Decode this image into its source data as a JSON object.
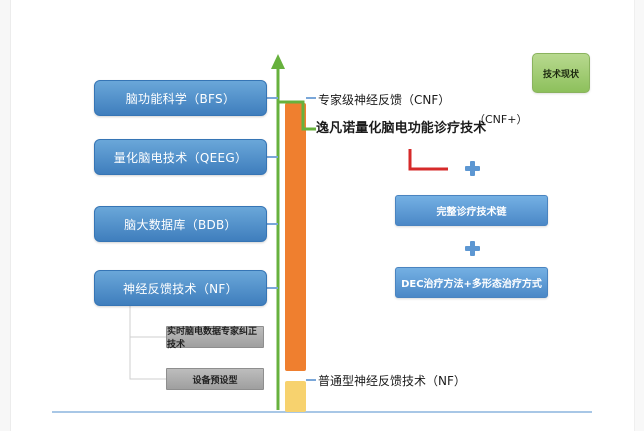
{
  "left_nodes": {
    "bfs": "脑功能科学（BFS）",
    "qeeg": "量化脑电技术（QEEG）",
    "bdb": "脑大数据库（BDB）",
    "nf": "神经反馈技术（NF）"
  },
  "sub_nodes": {
    "realtime": "实时脑电数据专家纠正技术",
    "preset": "设备预设型"
  },
  "status_tag": {
    "label": "技术现状"
  },
  "timeline_labels": {
    "cnf": "专家级神经反馈（CNF）",
    "main": "逸凡诺量化脑电功能诊疗技术",
    "cnf_plus": "（CNF+）",
    "nf": "普通型神经反馈技术（NF）"
  },
  "right_nodes": {
    "chain": "完整诊疗技术链",
    "methods": "DEC治疗方法+多形态治疗方式"
  },
  "icons": {
    "plus_1": "plus-icon",
    "plus_2": "plus-icon"
  },
  "colors": {
    "blue_button": "#3f7ebd",
    "gray_button": "#9f9f9f",
    "green_tag": "#8dc05c",
    "orange_bar": "#ef7f2f",
    "yellow_bar": "#f7d26e",
    "green_axis": "#67b13d",
    "red_marker": "#d62a2a",
    "line_blue": "#7aa7d9"
  }
}
